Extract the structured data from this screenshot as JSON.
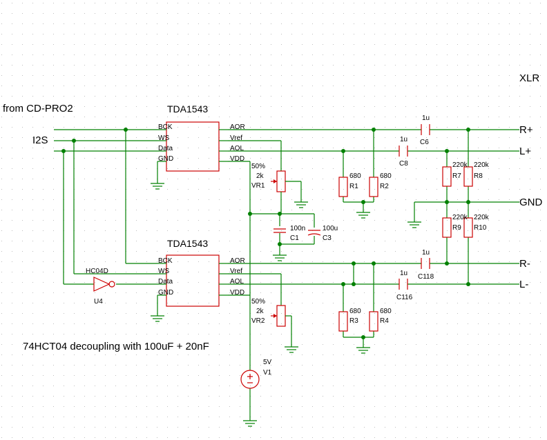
{
  "labels": {
    "source": "from CD-PRO2",
    "i2s": "I2S",
    "xlr": "XLR",
    "r_plus": "R+",
    "l_plus": "L+",
    "gnd": "GND",
    "r_minus": "R-",
    "l_minus": "L-",
    "note": "74HCT04 decoupling with 100uF + 20nF"
  },
  "chips": {
    "u1": {
      "name": "TDA1543",
      "pins_left": [
        "BCK",
        "WS",
        "Data",
        "GND"
      ],
      "pins_right": [
        "AOR",
        "Vref",
        "AOL",
        "VDD"
      ]
    },
    "u2": {
      "name": "TDA1543",
      "pins_left": [
        "BCK",
        "WS",
        "Data",
        "GND"
      ],
      "pins_right": [
        "AOR",
        "Vref",
        "AOL",
        "VDD"
      ]
    }
  },
  "inverter": {
    "part": "HC04D",
    "ref": "U4"
  },
  "pots": {
    "vr1": {
      "ref": "VR1",
      "value": "2k",
      "pos": "50%"
    },
    "vr2": {
      "ref": "VR2",
      "value": "2k",
      "pos": "50%"
    }
  },
  "caps": {
    "c1": {
      "ref": "C1",
      "value": "100n"
    },
    "c3": {
      "ref": "C3",
      "value": "100u"
    },
    "c6": {
      "ref": "C6",
      "value": "1u"
    },
    "c8": {
      "ref": "C8",
      "value": "1u"
    },
    "c11": {
      "ref": "C118",
      "value": "1u"
    },
    "c116": {
      "ref": "C116",
      "value": "1u"
    }
  },
  "resistors": {
    "r1": {
      "ref": "R1",
      "value": "680"
    },
    "r2": {
      "ref": "R2",
      "value": "680"
    },
    "r3": {
      "ref": "R3",
      "value": "680"
    },
    "r4": {
      "ref": "R4",
      "value": "680"
    },
    "r7": {
      "ref": "R7",
      "value": "220k"
    },
    "r8": {
      "ref": "R8",
      "value": "220k"
    },
    "r9": {
      "ref": "R9",
      "value": "220k"
    },
    "r10": {
      "ref": "R10",
      "value": "220k"
    }
  },
  "source_v": {
    "ref": "V1",
    "value": "5V"
  },
  "colors": {
    "wire": "#008000",
    "component": "#cc0000",
    "grid": "#c8c8c8"
  }
}
